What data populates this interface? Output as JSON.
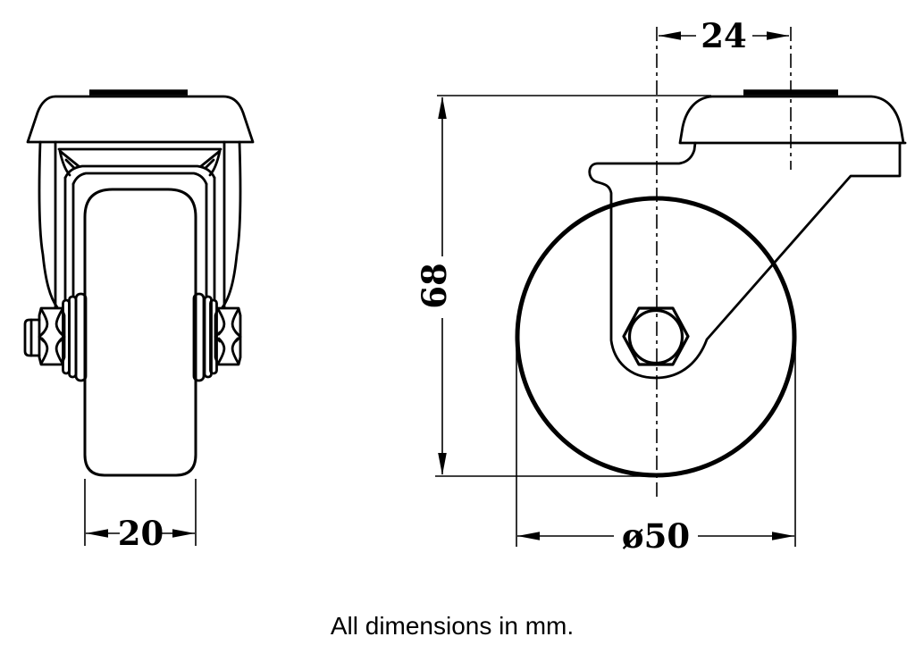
{
  "colors": {
    "line": "#000000",
    "background": "#ffffff"
  },
  "dimensions": {
    "plate_offset": {
      "label": "24",
      "value": 24,
      "unit": "mm"
    },
    "overall_height": {
      "label": "68",
      "value": 68,
      "unit": "mm"
    },
    "wheel_diameter": {
      "label": "ø50",
      "value": 50,
      "unit": "mm"
    },
    "wheel_width": {
      "label": "20",
      "value": 20,
      "unit": "mm"
    }
  },
  "footer": {
    "note": "All dimensions in mm."
  }
}
